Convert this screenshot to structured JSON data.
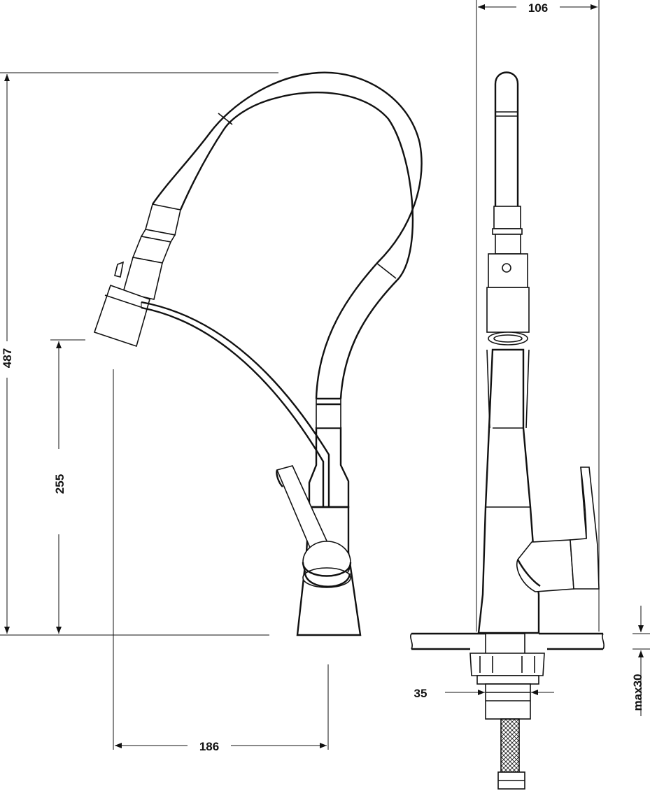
{
  "dimensions": {
    "total_height": "487",
    "spout_height": "255",
    "spout_reach": "186",
    "side_width": "106",
    "thread_diameter": "35",
    "max_counter_thickness": "max30"
  },
  "colors": {
    "line": "#111111",
    "background": "#ffffff"
  }
}
